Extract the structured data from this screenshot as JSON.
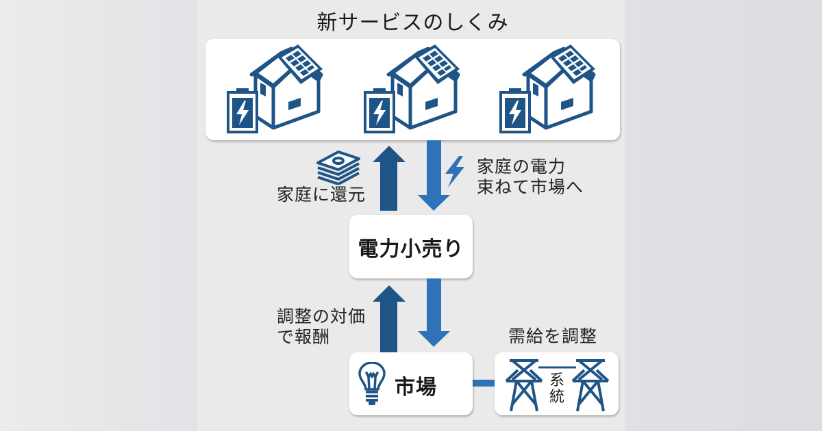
{
  "title": "新サービスのしくみ",
  "colors": {
    "dark_blue": "#1f5487",
    "mid_blue": "#2e73b8",
    "text": "#1a1a1a",
    "box_bg": "#ffffff"
  },
  "households": {
    "count": 3,
    "icon": "house-with-solar-panel-and-battery-icon"
  },
  "flows": {
    "return_to_home": {
      "label": "家庭に還元",
      "icon": "money-stack-icon"
    },
    "bundle_power": {
      "line1": "家庭の電力",
      "line2": "束ねて市場へ",
      "icon": "lightning-icon"
    },
    "reward": {
      "line1": "調整の対価",
      "line2": "で報酬"
    },
    "supply_demand": {
      "label": "需給を調整"
    }
  },
  "nodes": {
    "retail": {
      "label": "電力小売り"
    },
    "market": {
      "label": "市場",
      "icon": "lightbulb-icon"
    },
    "grid": {
      "line1": "系",
      "line2": "統",
      "icon": "power-tower-icon"
    }
  }
}
